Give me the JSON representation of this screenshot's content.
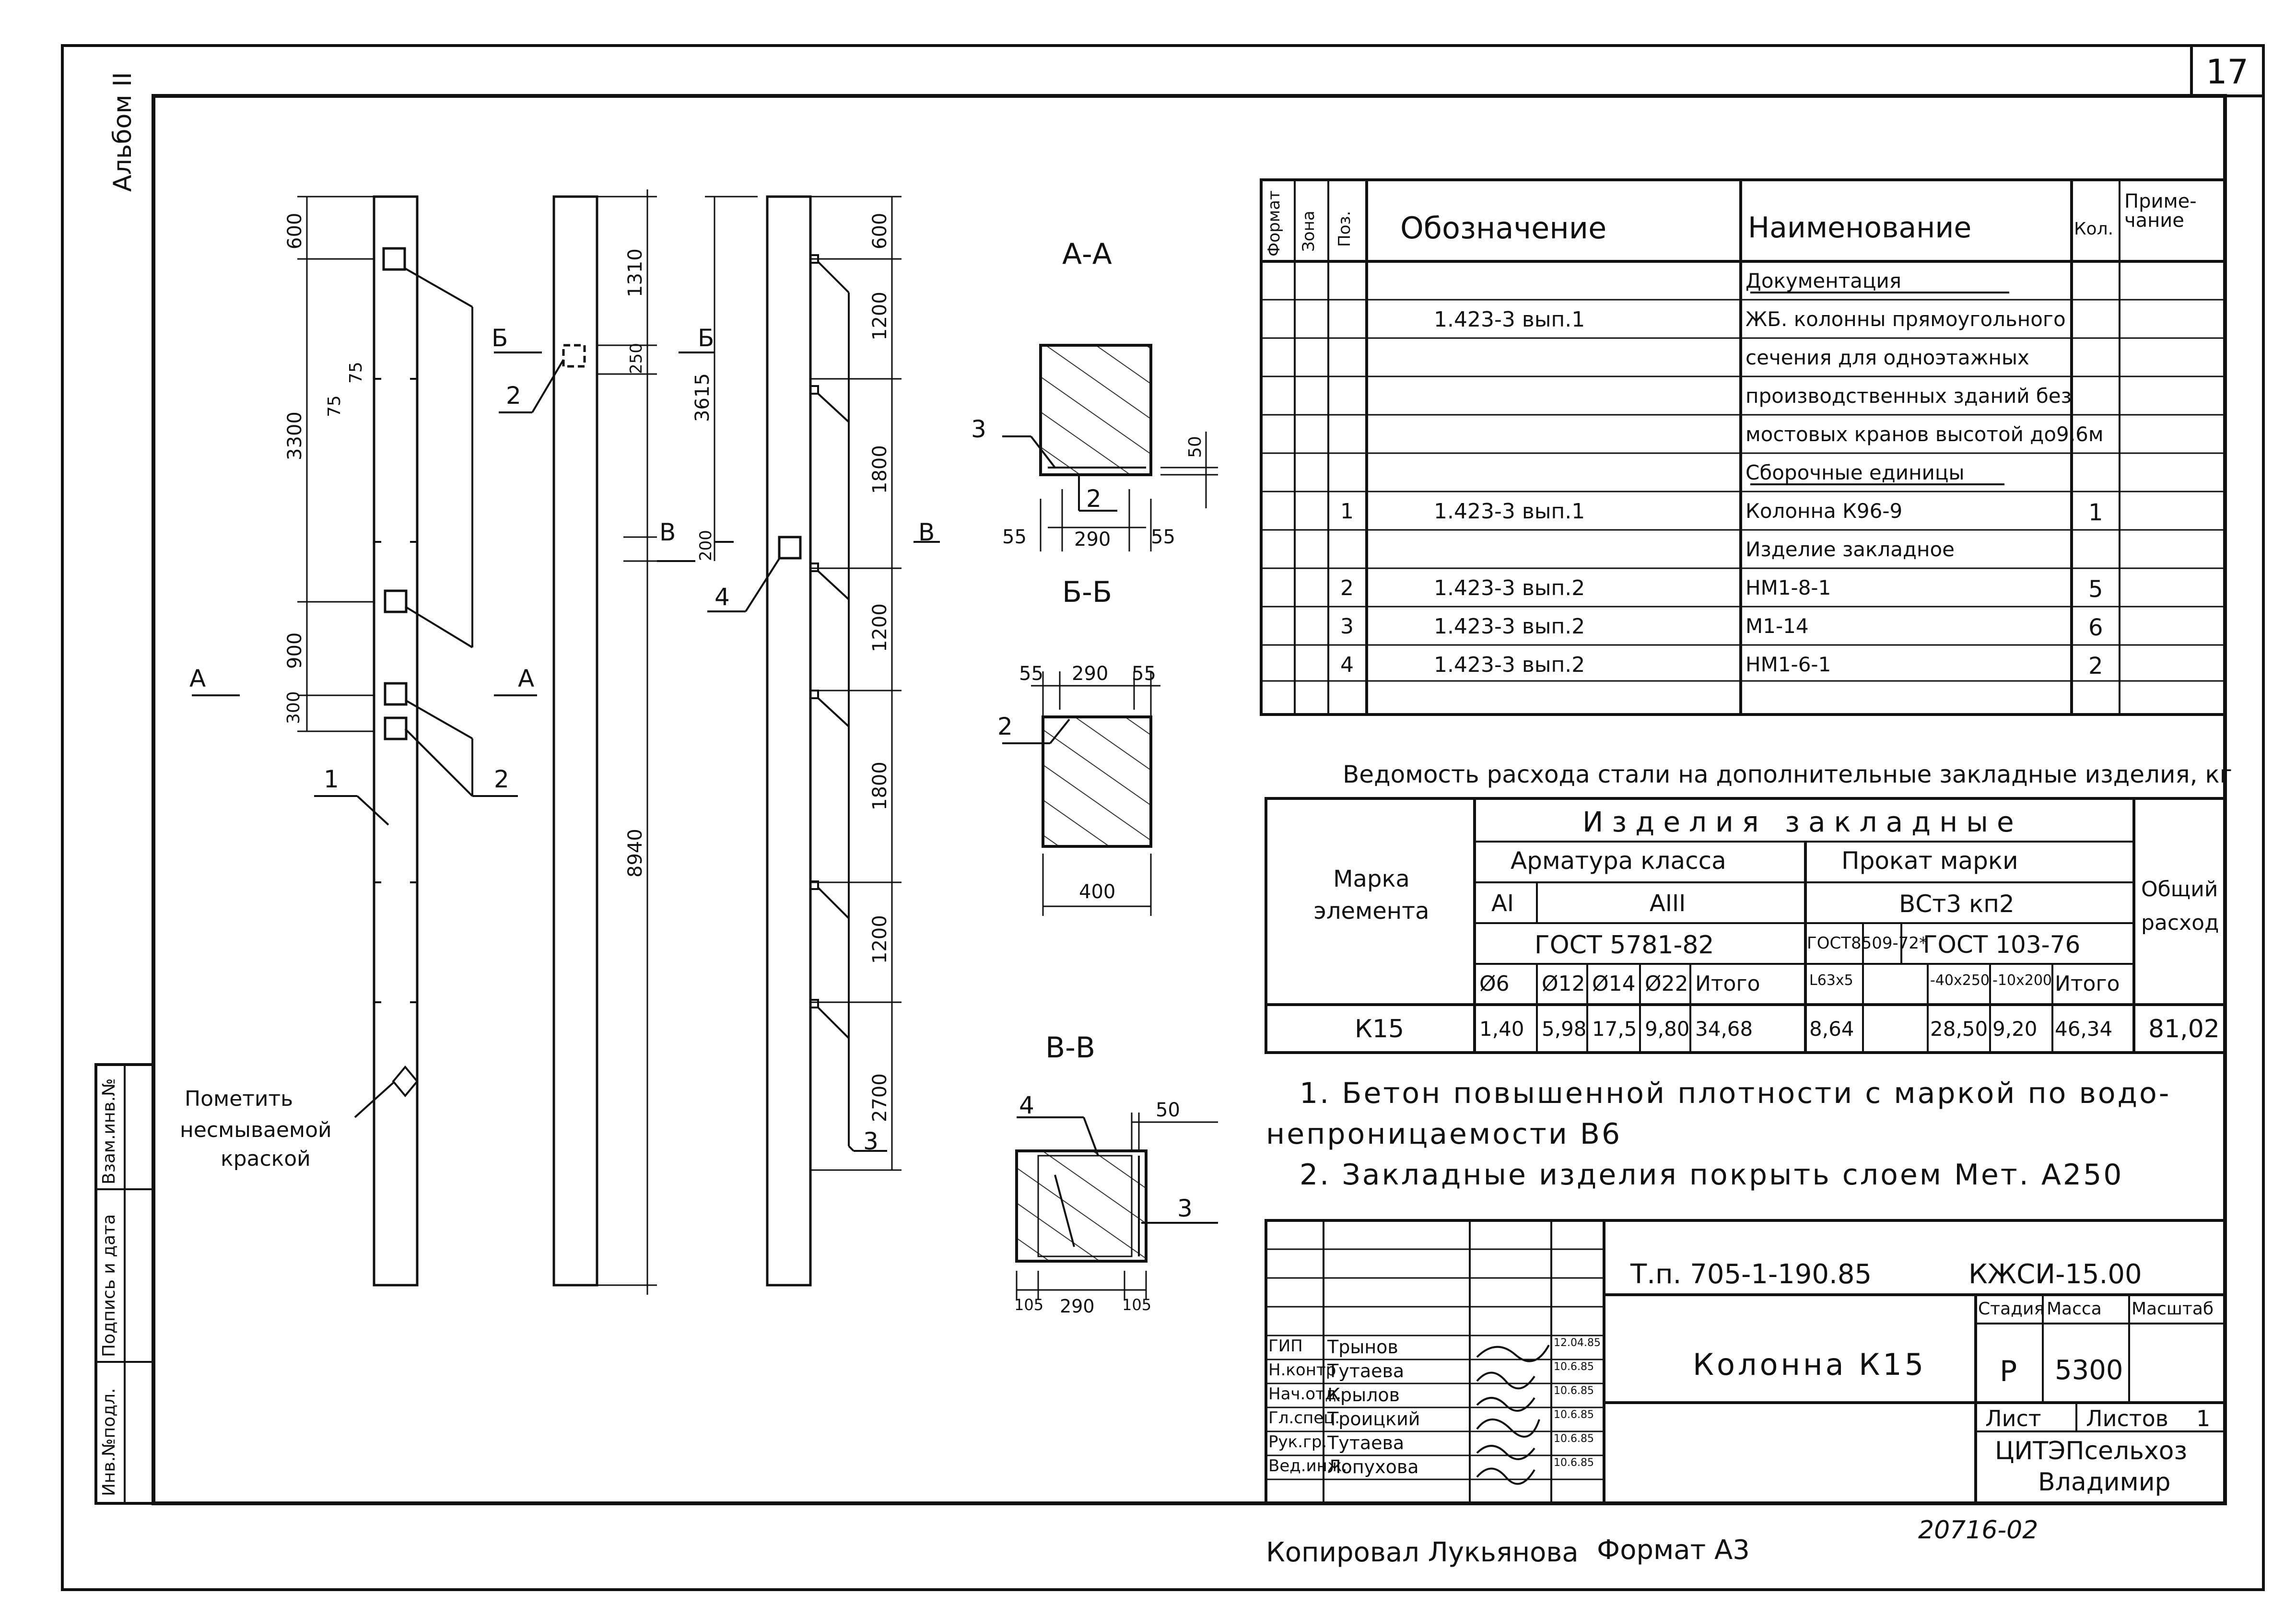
{
  "sheet": {
    "page_number": "17",
    "album_label": "Альбом II",
    "side_stamp": [
      "Инв.№подл.",
      "Подпись и дата",
      "Взам.инв.№"
    ],
    "copied_by": "Копировал Лукьянова",
    "format": "Формат А3",
    "archive_number": "20716-02"
  },
  "spec_table": {
    "headers": {
      "format": "Формат",
      "zone": "Зона",
      "pos": "Поз.",
      "designation": "Обозначение",
      "name": "Наименование",
      "qty": "Кол.",
      "note": "Приме-чание"
    },
    "rows": [
      {
        "pos": "",
        "designation": "",
        "name": "Документация",
        "qty": ""
      },
      {
        "pos": "",
        "designation": "1.423-3  вып.1",
        "name": "ЖБ. колонны прямоугольного",
        "qty": ""
      },
      {
        "pos": "",
        "designation": "",
        "name": "сечения для одноэтажных",
        "qty": ""
      },
      {
        "pos": "",
        "designation": "",
        "name": "производственных зданий без",
        "qty": ""
      },
      {
        "pos": "",
        "designation": "",
        "name": "мостовых кранов высотой до9,6м",
        "qty": ""
      },
      {
        "pos": "",
        "designation": "",
        "name": "Сборочные единицы",
        "qty": ""
      },
      {
        "pos": "1",
        "designation": "1.423-3  вып.1",
        "name": "Колонна  К96-9",
        "qty": "1"
      },
      {
        "pos": "",
        "designation": "",
        "name": "Изделие закладное",
        "qty": ""
      },
      {
        "pos": "2",
        "designation": "1.423-3  вып.2",
        "name": "НМ1-8-1",
        "qty": "5"
      },
      {
        "pos": "3",
        "designation": "1.423-3  вып.2",
        "name": "М1-14",
        "qty": "6"
      },
      {
        "pos": "4",
        "designation": "1.423-3  вып.2",
        "name": "НМ1-6-1",
        "qty": "2"
      }
    ]
  },
  "steel_table": {
    "title": "Ведомость расхода стали на дополнительные закладные изделия, кг",
    "mark_header": "Марка элемента",
    "group_header": "Изделия закладные",
    "rebar_header": "Арматура класса",
    "rolled_header": "Прокат марки",
    "class_a1": "АI",
    "class_a3": "АIII",
    "steel_grade": "ВСт3 кп2",
    "gost_rebar": "ГОСТ 5781-82",
    "gost_angle": "ГОСТ8509-72*",
    "gost_strip": "ГОСТ 103-76",
    "total_header": "Общий расход",
    "sub_cols": [
      "Ø6",
      "Ø12",
      "Ø14",
      "Ø22",
      "Итого",
      "L63x5",
      "",
      "-40x250",
      "-10x200",
      "Итого"
    ],
    "row": {
      "mark": "К15",
      "values": [
        "1,40",
        "5,98",
        "17,5",
        "9,80",
        "34,68",
        "8,64",
        "",
        "28,50",
        "9,20",
        "46,34"
      ],
      "total": "81,02"
    }
  },
  "notes": [
    "1. Бетон  повышенной  плотности  с  маркой  по  водо-",
    "непроницаемости  В6",
    "2. Закладные  изделия  покрыть  слоем  Мет. А250"
  ],
  "title_block": {
    "project_code": "Т.п. 705-1-190.85",
    "doc_code": "КЖСИ-15.00",
    "title": "Колонна К15",
    "stage_label": "Стадия",
    "mass_label": "Масса",
    "scale_label": "Масштаб",
    "stage": "Р",
    "mass": "5300",
    "sheet_label": "Лист",
    "sheets_label": "Листов",
    "sheets_total": "1",
    "org": "ЦИТЭПсельхоз",
    "city": "Владимир",
    "signatures": [
      {
        "role": "ГИП",
        "name": "Трынов",
        "date": "12.04.85"
      },
      {
        "role": "Н.контр",
        "name": "Тутаева",
        "date": "10.6.85"
      },
      {
        "role": "Нач.отд.",
        "name": "Крылов",
        "date": "10.6.85"
      },
      {
        "role": "Гл.спец.",
        "name": "Троицкий",
        "date": "10.6.85"
      },
      {
        "role": "Рук.гр.",
        "name": "Тутаева",
        "date": "10.6.85"
      },
      {
        "role": "Вед.инж.",
        "name": "Лопухова",
        "date": "10.6.85"
      }
    ]
  },
  "drawing": {
    "note_mark": [
      "Пометить",
      "несмываемой",
      "краской"
    ],
    "view1_dims": [
      "600",
      "3300",
      "75",
      "75",
      "900",
      "300"
    ],
    "view2_dims": [
      "1310",
      "250",
      "3615",
      "200",
      "8940"
    ],
    "view3_dims": [
      "600",
      "1200",
      "1800",
      "1200",
      "1800",
      "1200",
      "2700"
    ],
    "cut_labels": [
      "А",
      "Б",
      "В"
    ],
    "callouts": [
      "1",
      "2",
      "3",
      "4"
    ],
    "section_aa": {
      "title": "А-А",
      "dims": [
        "55",
        "290",
        "55",
        "50"
      ],
      "callouts": [
        "3",
        "2"
      ]
    },
    "section_bb": {
      "title": "Б-Б",
      "dims": [
        "55",
        "290",
        "55",
        "400"
      ],
      "callouts": [
        "2"
      ]
    },
    "section_vv": {
      "title": "В-В",
      "dims": [
        "105",
        "290",
        "105",
        "50"
      ],
      "callouts": [
        "4",
        "3"
      ]
    }
  }
}
